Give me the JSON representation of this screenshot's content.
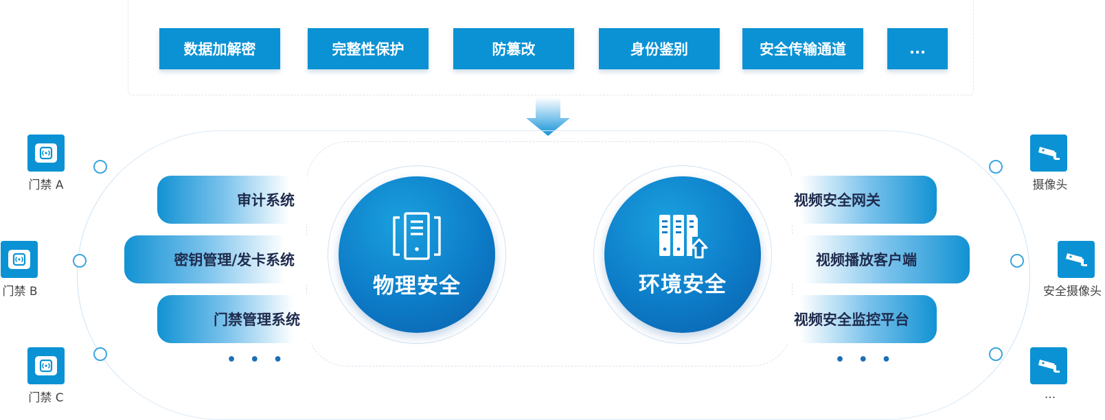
{
  "top_features": [
    "数据加解密",
    "完整性保护",
    "防篡改",
    "身份鉴别",
    "安全传输通道",
    "..."
  ],
  "left_systems": [
    "审计系统",
    "密钥管理/发卡系统",
    "门禁管理系统"
  ],
  "left_more": "• • •",
  "right_systems": [
    "视频安全网关",
    "视频播放客户端",
    "视频安全监控平台"
  ],
  "right_more": "• • •",
  "center": {
    "physical_title": "物理安全",
    "environment_title": "环境安全",
    "physical_icon": "server-rack-icon",
    "environment_icon": "server-upload-icon"
  },
  "left_devices": [
    {
      "label": "门禁 A",
      "icon": "access-card-icon"
    },
    {
      "label": "门禁 B",
      "icon": "access-card-icon"
    },
    {
      "label": "门禁 C",
      "icon": "access-card-icon"
    }
  ],
  "right_devices": [
    {
      "label": "摄像头",
      "icon": "camera-icon"
    },
    {
      "label": "安全摄像头",
      "icon": "camera-icon"
    },
    {
      "label": "...",
      "icon": "camera-icon"
    }
  ],
  "colors": {
    "primary": "#0b92d4",
    "dark_text": "#1e2b4d"
  }
}
